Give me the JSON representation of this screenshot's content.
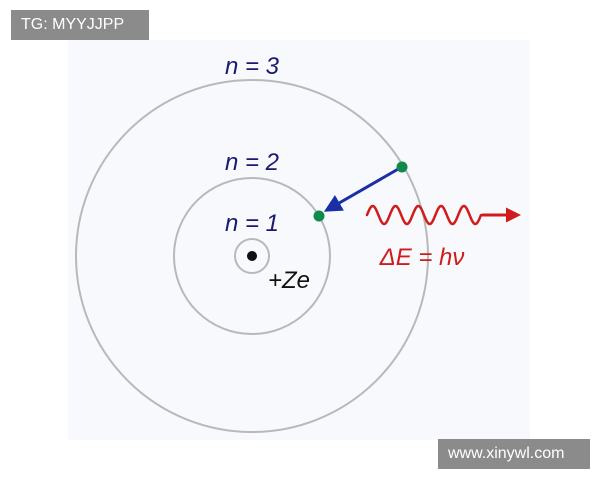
{
  "watermark_top_left": "TG: MYYJJPP",
  "watermark_bottom_right": "www.xinywl.com",
  "diagram": {
    "orbit_labels": [
      "n = 1",
      "n = 2",
      "n = 3"
    ],
    "nucleus_label": "+Ze",
    "energy_label": "ΔE = hν"
  },
  "colors": {
    "orbit": "#b9b9b9",
    "orbit_label": "#1a1a6e",
    "electron": "#0e8a4a",
    "transition_arrow": "#1a2fa6",
    "photon": "#d01c1c",
    "nucleus": "#111111"
  }
}
